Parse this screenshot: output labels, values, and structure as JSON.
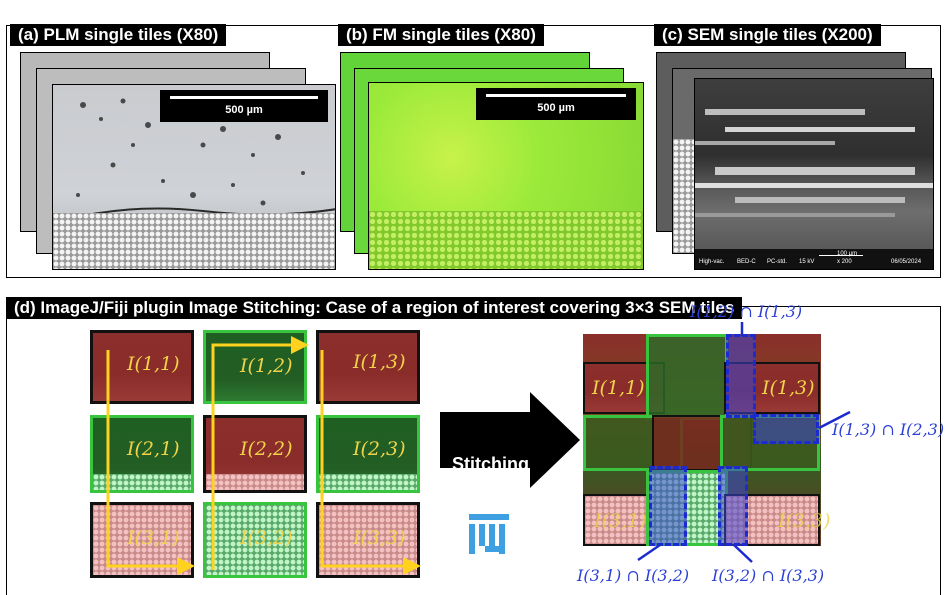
{
  "panels": {
    "a": {
      "title": "(a) PLM single tiles (X80)",
      "scale": "500 µm"
    },
    "b": {
      "title": "(b) FM single tiles (X80)",
      "scale": "500 µm"
    },
    "c": {
      "title": "(c) SEM single tiles (X200)",
      "footer": {
        "vac": "High-vac.",
        "det": "BED-C",
        "mode": "PC-std.",
        "kv": "15 kV",
        "mag": "x 200",
        "scale": "100 µm",
        "date": "06/05/2024"
      }
    },
    "d": {
      "title": "(d) ImageJ/Fiji plugin Image Stitching: Case of a region of interest covering 3×3 SEM tiles"
    }
  },
  "stitching_label": "Stitching",
  "tiles": {
    "t11": "I(1,1)",
    "t12": "I(1,2)",
    "t13": "I(1,3)",
    "t21": "I(2,1)",
    "t22": "I(2,2)",
    "t23": "I(2,3)",
    "t31": "I(3,1)",
    "t32": "I(3,2)",
    "t33": "I(3,3)"
  },
  "overlaps": {
    "o1213": "I(1,2) ∩ I(1,3)",
    "o1323": "I(1,3) ∩ I(2,3)",
    "o3132": "I(3,1) ∩ I(3,2)",
    "o3233": "I(3,2) ∩ I(3,3)"
  },
  "colors": {
    "red_tile": "#8c2e2b",
    "green_tile": "#39c43f",
    "overlap_blue": "#1c2bcf",
    "label_yellow": "#f0d34a",
    "fiji_blue": "#3ea0e0"
  },
  "icons": [
    "stitching-arrow-icon",
    "fiji-logo-icon",
    "scan-path-arrow-icon"
  ]
}
